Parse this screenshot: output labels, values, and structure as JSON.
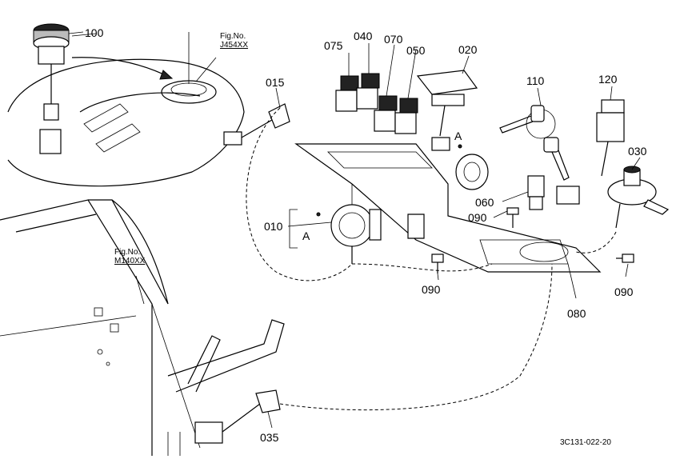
{
  "figure": {
    "callouts": {
      "p100": "100",
      "p015": "015",
      "p075": "075",
      "p040": "040",
      "p070": "070",
      "p050": "050",
      "p020": "020",
      "p110": "110",
      "p120": "120",
      "p030": "030",
      "p060": "060",
      "p090a": "090",
      "p090b": "090",
      "p090c": "090",
      "p010": "010",
      "p080": "080",
      "p035": "035"
    },
    "marker_a1": "A",
    "marker_a2": "A",
    "fig_refs": [
      {
        "label": "Fig.No.",
        "number": "J454XX"
      },
      {
        "label": "Fig.No.",
        "number": "M140XX"
      }
    ],
    "image_code": "3C131-022-20"
  }
}
